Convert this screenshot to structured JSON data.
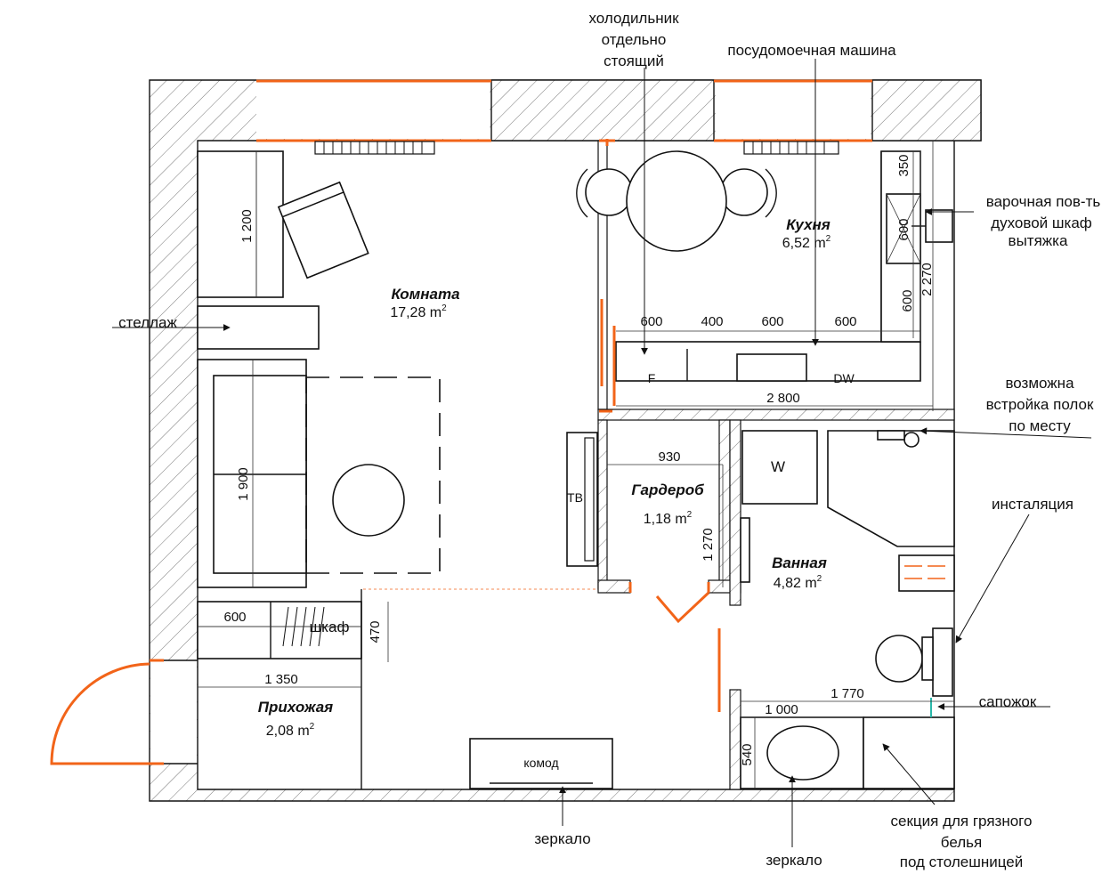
{
  "rooms": {
    "room": {
      "name": "Комната",
      "area": "17,28 m",
      "sup": "2"
    },
    "kitchen": {
      "name": "Кухня",
      "area": "6,52 m",
      "sup": "2"
    },
    "wardrobe": {
      "name": "Гардероб",
      "area": "1,18 m",
      "sup": "2"
    },
    "bath": {
      "name": "Ванная",
      "area": "4,82 m",
      "sup": "2"
    },
    "hall": {
      "name": "Прихожая",
      "area": "2,08 m",
      "sup": "2"
    }
  },
  "callouts": {
    "fridge": [
      "холодильник",
      "отдельно",
      "стоящий"
    ],
    "dishwasher": "посудомоечная машина",
    "hob": "варочная пов-ть",
    "oven": "духовой шкаф",
    "hood": "вытяжка",
    "shelves": [
      "возможна",
      "встройка полок",
      "по месту"
    ],
    "install": "инсталяция",
    "shoe": "сапожок",
    "laundry": [
      "секция для грязного",
      "белья",
      "под столешницей"
    ],
    "mirror": "зеркало",
    "rack": "стеллаж"
  },
  "items": {
    "tv": "ТВ",
    "washer": "W",
    "fridge_mark": "F",
    "dw_mark": "DW",
    "dresser": "комод",
    "closet": "шкаф"
  },
  "dims": {
    "armchair": "1 200",
    "sofa": "1 900",
    "k350": "350",
    "k600v": "600",
    "k600v2": "600",
    "k2270": "2 270",
    "k600a": "600",
    "k400": "400",
    "k600b": "600",
    "k600c": "600",
    "k2800": "2 800",
    "w930": "930",
    "w1270": "1 270",
    "h600": "600",
    "h470": "470",
    "h1350": "1 350",
    "b1770": "1 770",
    "b1000": "1 000",
    "b540": "540"
  }
}
